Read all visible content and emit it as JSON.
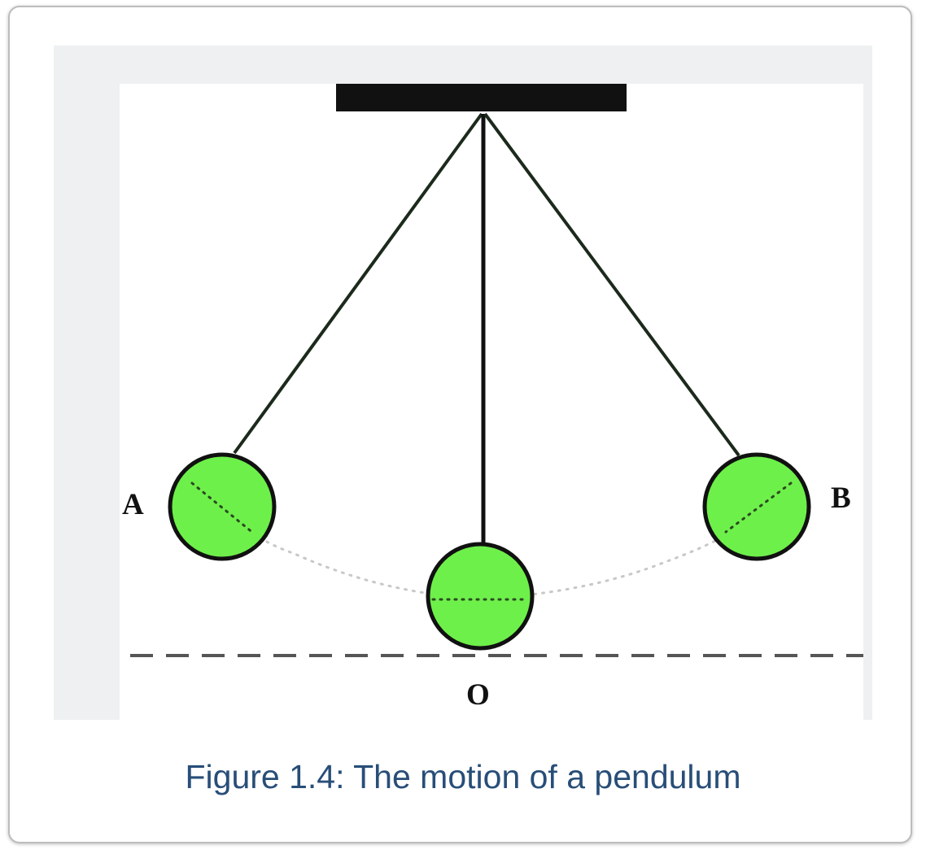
{
  "figure": {
    "caption": "Figure 1.4: The motion of a pendulum",
    "labels": {
      "left": "A",
      "right": "B",
      "bottom": "O"
    },
    "colors": {
      "bob_fill": "#6ef04a",
      "ink": "#111111",
      "caption": "#284e78",
      "frame": "#eef0f2"
    }
  }
}
